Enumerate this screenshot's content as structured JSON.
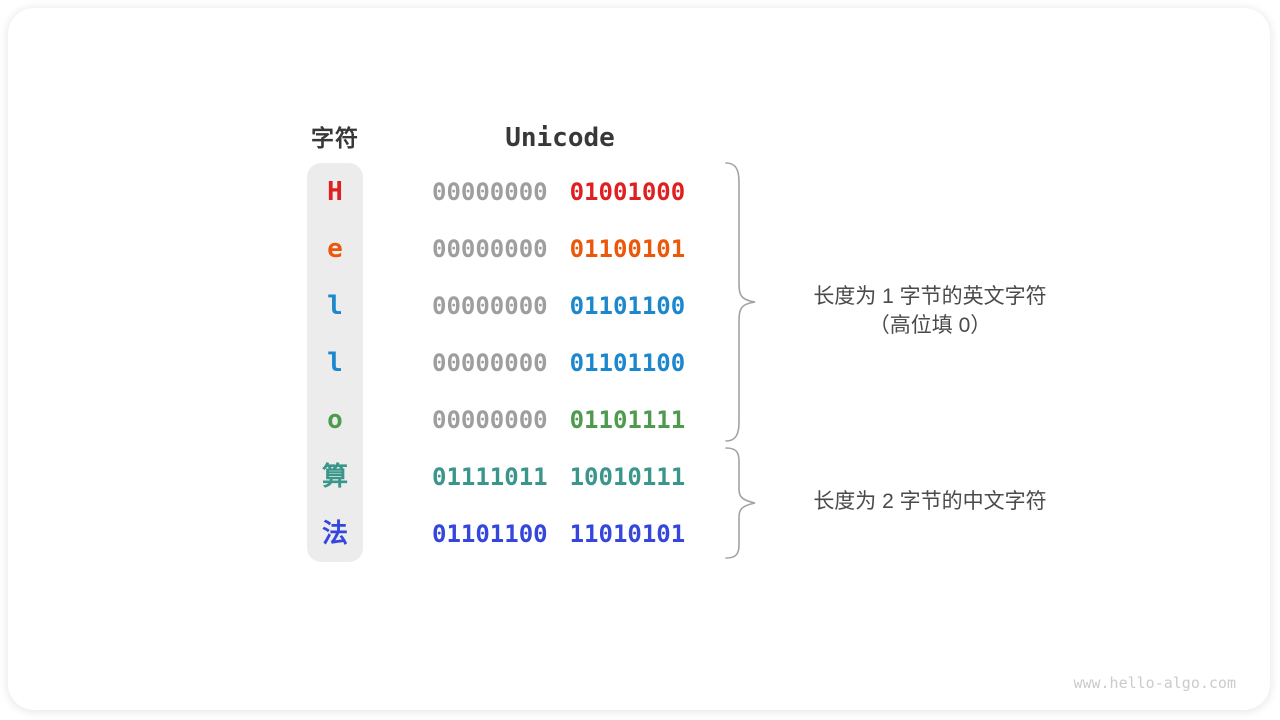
{
  "table": {
    "headers": {
      "char": "字符",
      "unicode": "Unicode"
    },
    "rows": [
      {
        "char": "H",
        "byte_high": "00000000",
        "byte_low": "01001000",
        "color": "#e02020",
        "high_color": "#9e9e9e"
      },
      {
        "char": "e",
        "byte_high": "00000000",
        "byte_low": "01100101",
        "color": "#ea580c",
        "high_color": "#9e9e9e"
      },
      {
        "char": "l",
        "byte_high": "00000000",
        "byte_low": "01101100",
        "color": "#1c87cd",
        "high_color": "#9e9e9e"
      },
      {
        "char": "l",
        "byte_high": "00000000",
        "byte_low": "01101100",
        "color": "#1c87cd",
        "high_color": "#9e9e9e"
      },
      {
        "char": "o",
        "byte_high": "00000000",
        "byte_low": "01101111",
        "color": "#4e9b4e",
        "high_color": "#9e9e9e"
      },
      {
        "char": "算",
        "byte_high": "01111011",
        "byte_low": "10010111",
        "color": "#3a968a",
        "high_color": "#3a968a"
      },
      {
        "char": "法",
        "byte_high": "01101100",
        "byte_low": "11010101",
        "color": "#3546dc",
        "high_color": "#3546dc"
      }
    ]
  },
  "annotations": {
    "english": {
      "line1": "长度为 1 字节的英文字符",
      "line2": "（高位填 0）"
    },
    "chinese": {
      "line1": "长度为 2 字节的中文字符"
    }
  },
  "watermark": "www.hello-algo.com",
  "colors": {
    "gray_bits": "#9e9e9e",
    "pill_background": "#ececec",
    "brace": "#a3a3a3",
    "heading_text": "#383838",
    "annotation_text": "#4a4a4a",
    "watermark_text": "#cbcbcb",
    "char_H_red": "#e02020",
    "char_e_orange": "#ea580c",
    "char_l_blue": "#1c87cd",
    "char_o_green": "#4e9b4e",
    "char_suan_teal": "#3a968a",
    "char_fa_indigo": "#3546dc"
  }
}
